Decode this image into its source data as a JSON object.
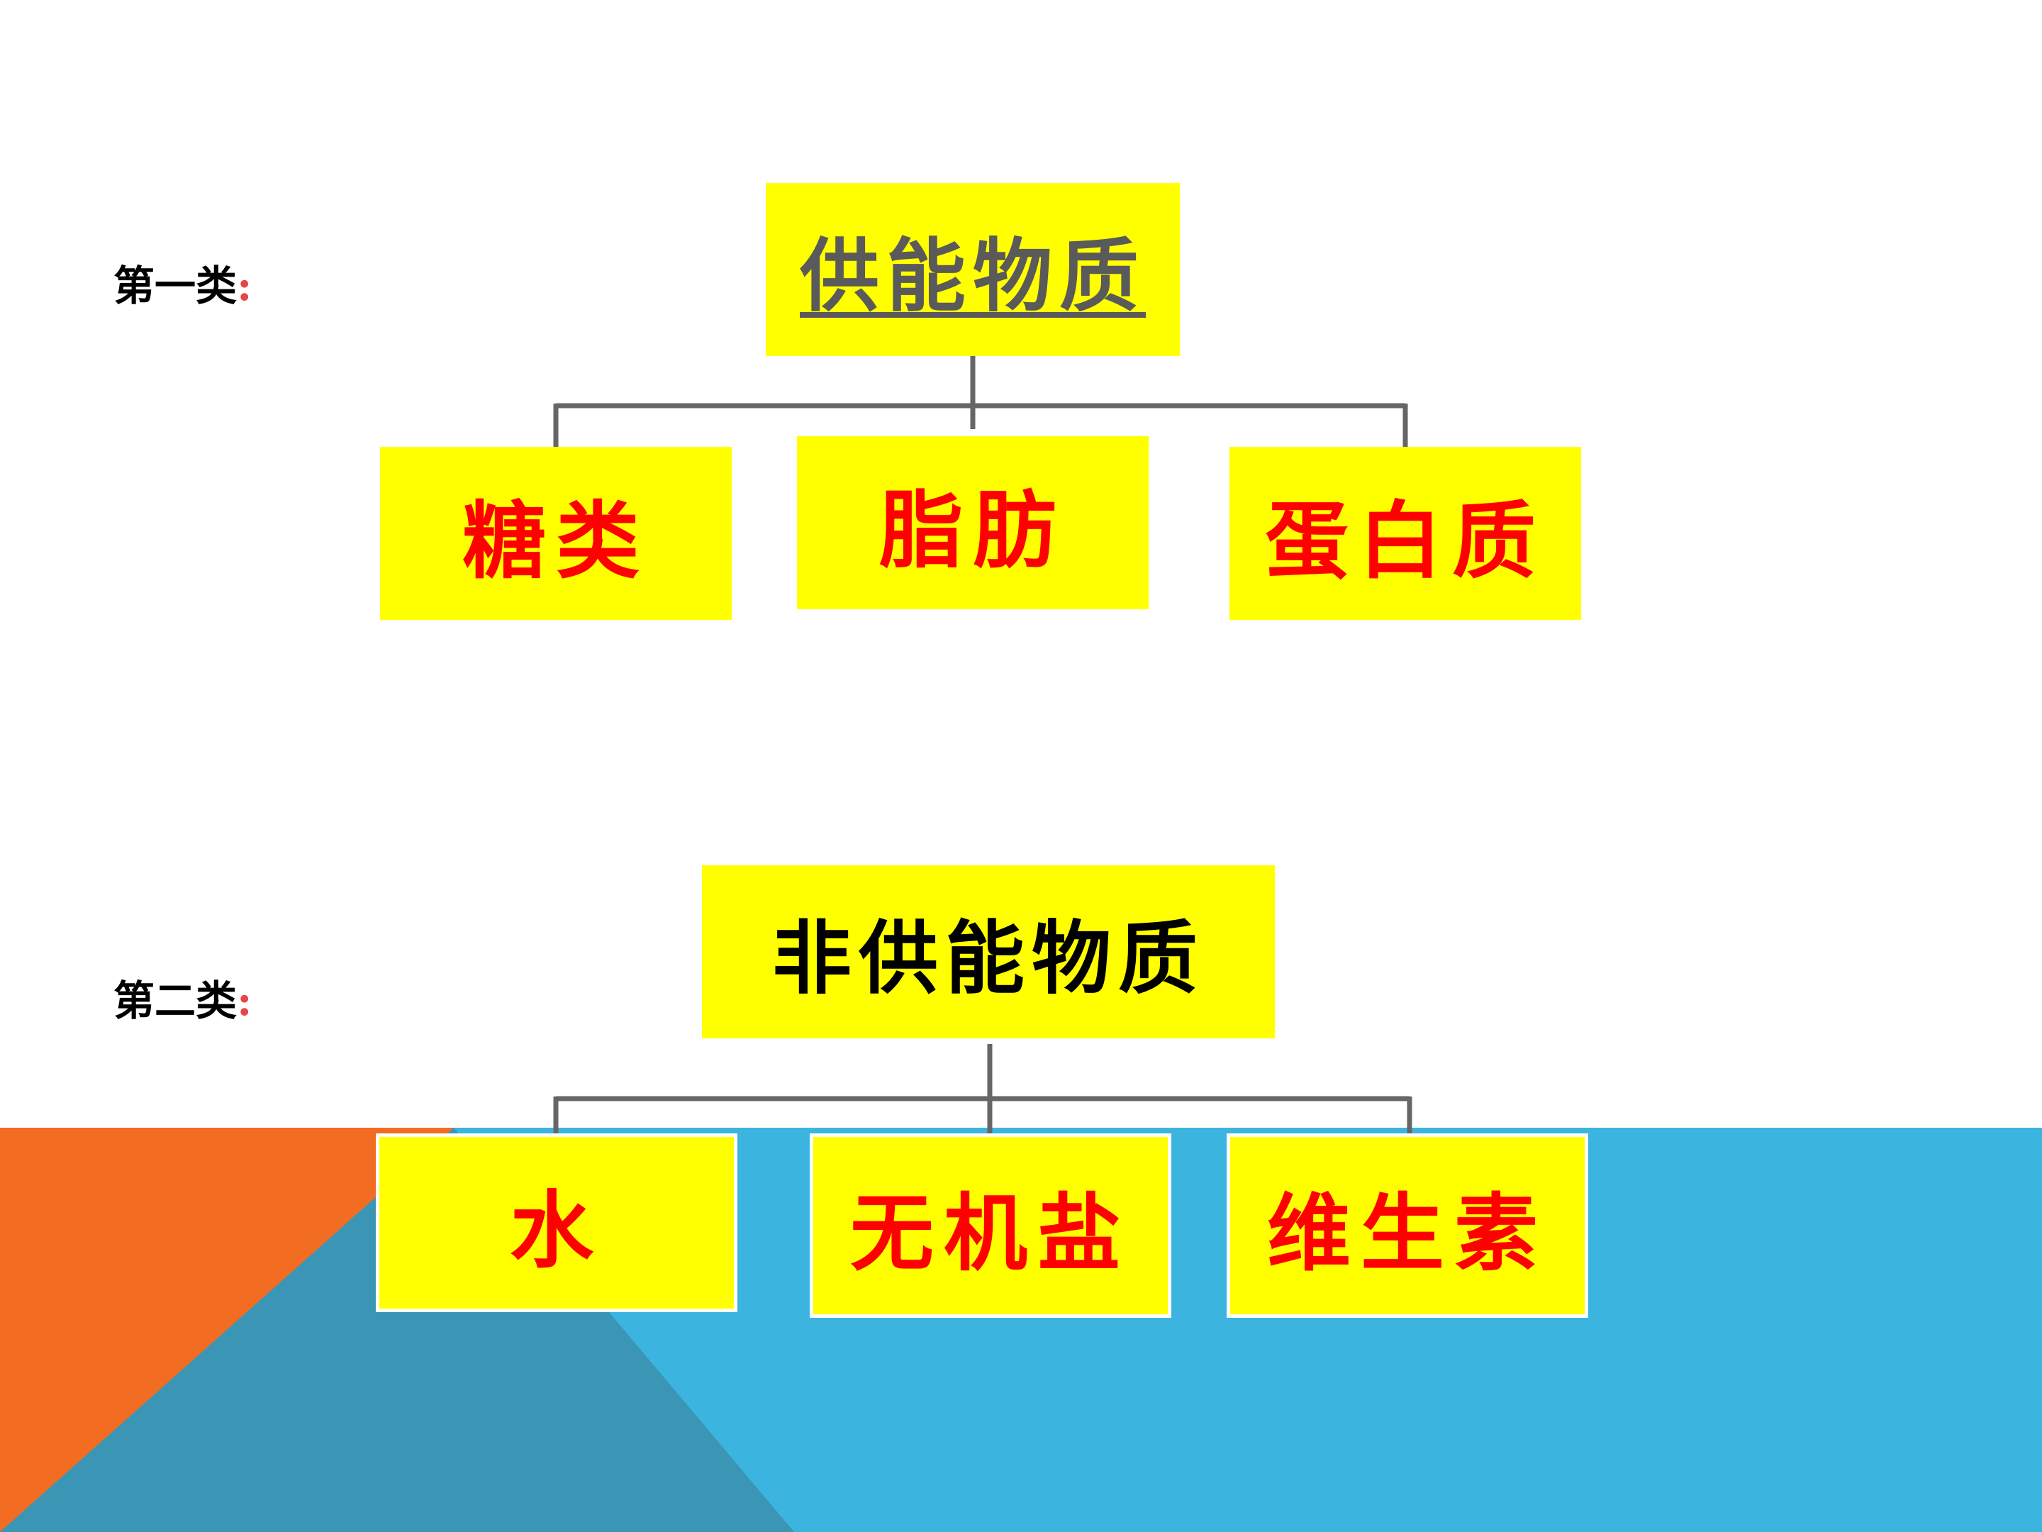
{
  "colors": {
    "box_fill": "#ffff00",
    "leaf_text": "#ff0000",
    "root1_text": "#5a5a5a",
    "root2_text": "#000000",
    "connector": "#666666",
    "band_blue": "#3cb4e0",
    "band_orange": "#f26c21",
    "band_teal": "#3a96b4"
  },
  "group1": {
    "label": "第一类",
    "separator": ":",
    "root": "供能物质",
    "children": [
      "糖类",
      "脂肪",
      "蛋白质"
    ]
  },
  "group2": {
    "label": "第二类",
    "separator": ":",
    "root": "非供能物质",
    "children": [
      "水",
      "无机盐",
      "维生素"
    ]
  }
}
